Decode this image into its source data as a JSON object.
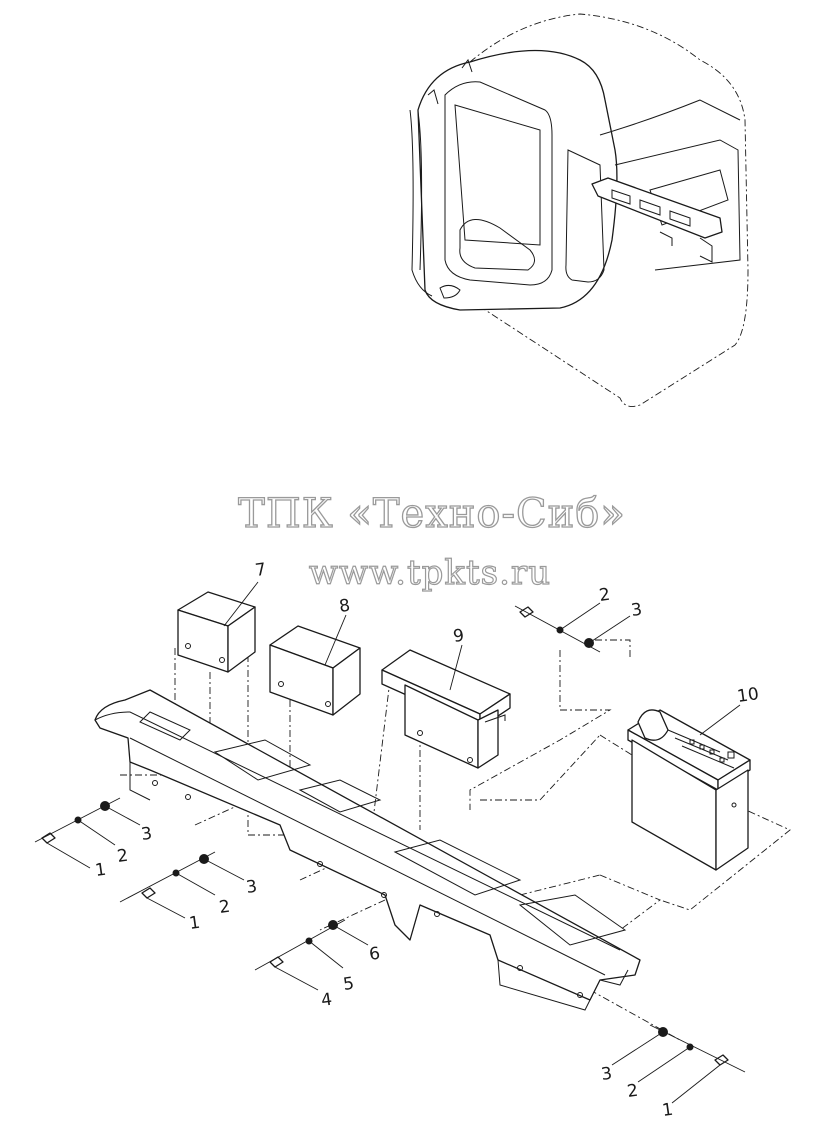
{
  "watermark": {
    "line1": "ТПК «Техно-Сиб»",
    "line2": "www.tpkts.ru"
  },
  "labels": {
    "l1a": "1",
    "l2a": "2",
    "l3a": "3",
    "l1b": "1",
    "l2b": "2",
    "l3b": "3",
    "l4": "4",
    "l5": "5",
    "l6": "6",
    "l7": "7",
    "l8": "8",
    "l9": "9",
    "l10": "10",
    "l2c": "2",
    "l3c": "3",
    "l1d": "1",
    "l2d": "2",
    "l3d": "3"
  },
  "colors": {
    "line": "#1a1a1a",
    "watermark": "#9a9a9a"
  }
}
